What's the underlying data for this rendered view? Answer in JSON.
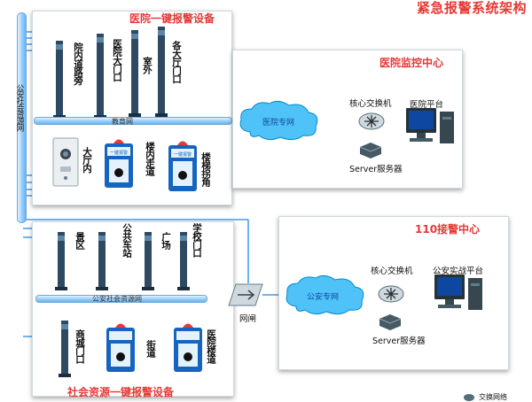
{
  "title": "紧急报警系统架构",
  "left_bus_label": "公安社会资源网",
  "hospital_group": {
    "title": "医院一键报警设备",
    "bus_label": "教育网",
    "columns": [
      "院内道路旁",
      "医院大门口",
      "室外",
      "各大厅门口"
    ],
    "devices": [
      "大厅内",
      "楼内走道",
      "楼梯拐角"
    ],
    "box_text": "一键报警"
  },
  "hospital_center": {
    "title": "医院监控中心",
    "network": "医院专网",
    "switch": "核心交换机",
    "platform": "医院平台",
    "server": "Server服务器"
  },
  "social_group": {
    "title": "社会资源一键报警设备",
    "bus_label": "公安社会资源网",
    "columns": [
      "景区",
      "公共车站",
      "广场",
      "学校门口"
    ],
    "devices": [
      "商城门口",
      "街道",
      "医院楼道"
    ]
  },
  "gateway": "网闸",
  "police_center": {
    "title": "110接警中心",
    "network": "公安专网",
    "switch": "核心交换机",
    "platform": "公安实战平台",
    "server": "Server服务器"
  },
  "footer_partial": "交换网络",
  "colors": {
    "title_red": "#e53935",
    "line_blue": "#1e88e5",
    "bus_blue": "#90caf9"
  }
}
